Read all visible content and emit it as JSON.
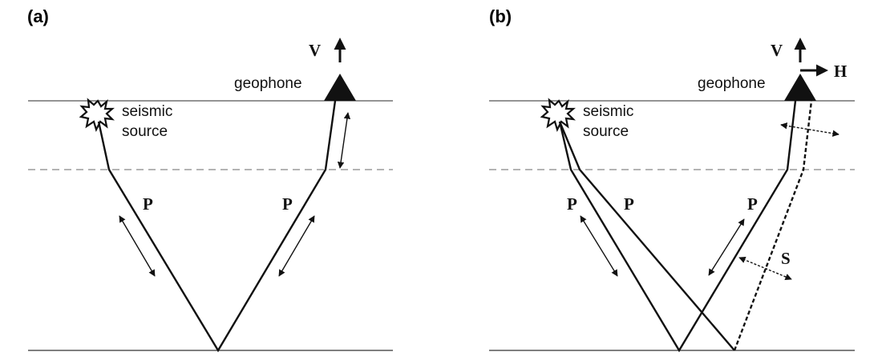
{
  "panels": [
    {
      "label": "(a)",
      "source_label_line1": "seismic",
      "source_label_line2": "source",
      "receiver_label": "geophone",
      "vertical_component": "V",
      "ray_labels": [
        "P",
        "P"
      ]
    },
    {
      "label": "(b)",
      "source_label_line1": "seismic",
      "source_label_line2": "source",
      "receiver_label": "geophone",
      "vertical_component": "V",
      "horizontal_component": "H",
      "ray_labels": [
        "P",
        "P",
        "P"
      ],
      "converted_wave_label": "S"
    }
  ]
}
